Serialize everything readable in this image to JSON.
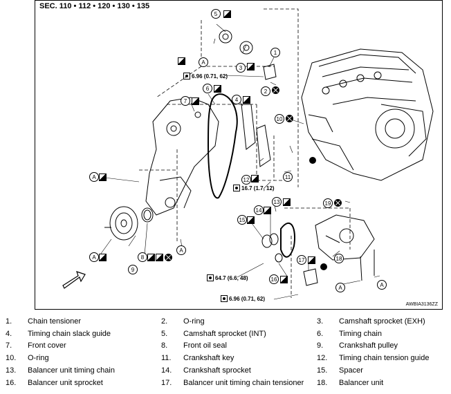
{
  "section_title": "SEC. 110 • 112 • 120 • 130 • 135",
  "figure_code": "AWBIA3136ZZ",
  "torque_labels": {
    "t1": "6.96 (0.71, 62)",
    "t2": "16.7 (1.7, 12)",
    "t3": "64.7 (6.6, 48)",
    "t4": "6.96 (0.71, 62)"
  },
  "callout_letters": {
    "a": "A"
  },
  "callouts": [
    "1",
    "2",
    "3",
    "4",
    "5",
    "6",
    "7",
    "8",
    "9",
    "10",
    "11",
    "12",
    "13",
    "14",
    "15",
    "16",
    "17",
    "18",
    "19"
  ],
  "legend": [
    [
      {
        "num": "1.",
        "label": "Chain tensioner"
      },
      {
        "num": "2.",
        "label": "O-ring"
      },
      {
        "num": "3.",
        "label": "Camshaft sprocket (EXH)"
      }
    ],
    [
      {
        "num": "4.",
        "label": "Timing chain slack guide"
      },
      {
        "num": "5.",
        "label": "Camshaft sprocket (INT)"
      },
      {
        "num": "6.",
        "label": "Timing chain"
      }
    ],
    [
      {
        "num": "7.",
        "label": "Front cover"
      },
      {
        "num": "8.",
        "label": "Front oil seal"
      },
      {
        "num": "9.",
        "label": "Crankshaft pulley"
      }
    ],
    [
      {
        "num": "10.",
        "label": "O-ring"
      },
      {
        "num": "11.",
        "label": "Crankshaft key"
      },
      {
        "num": "12.",
        "label": "Timing chain tension guide"
      }
    ],
    [
      {
        "num": "13.",
        "label": "Balancer unit timing chain"
      },
      {
        "num": "14.",
        "label": "Crankshaft sprocket"
      },
      {
        "num": "15.",
        "label": "Spacer"
      }
    ],
    [
      {
        "num": "16.",
        "label": "Balancer unit sprocket"
      },
      {
        "num": "17.",
        "label": "Balancer unit timing chain tensioner"
      },
      {
        "num": "18.",
        "label": "Balancer unit"
      }
    ]
  ]
}
